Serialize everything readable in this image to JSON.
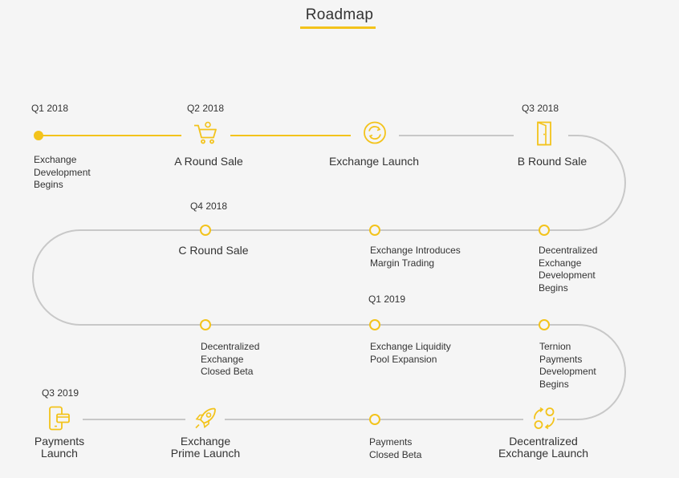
{
  "page": {
    "title": "Roadmap",
    "accent_color": "#f3c31b",
    "line_color": "#c8c8c8"
  },
  "dates": {
    "q1_2018": "Q1 2018",
    "q2_2018": "Q2 2018",
    "q3_2018": "Q3 2018",
    "q4_2018": "Q4 2018",
    "q1_2019": "Q1 2019",
    "q3_2019": "Q3 2019"
  },
  "milestones": {
    "exchange_development": "Exchange\nDevelopment\nBegins",
    "a_round_sale": "A Round Sale",
    "exchange_launch": "Exchange Launch",
    "b_round_sale": "B Round Sale",
    "decentralized_exchange_development": "Decentralized\nExchange\nDevelopment\nBegins",
    "margin_trading": "Exchange Introduces\nMargin Trading",
    "c_round_sale": "C Round Sale",
    "decentralized_exchange_closed_beta": "Decentralized\nExchange\nClosed Beta",
    "liquidity_pool": "Exchange Liquidity\nPool Expansion",
    "ternion_payments": "Ternion\nPayments\nDevelopment\nBegins",
    "decentralized_exchange_launch": "Decentralized\nExchange Launch",
    "payments_closed_beta": "Payments\nClosed Beta",
    "exchange_prime_launch": "Exchange\nPrime Launch",
    "payments_launch": "Payments\nLaunch"
  },
  "icons": {
    "cart": "shopping-cart-icon",
    "refresh": "refresh-coin-icon",
    "door": "door-icon",
    "exchange": "exchange-arrows-icon",
    "rocket": "rocket-icon",
    "phone": "mobile-payment-icon"
  }
}
